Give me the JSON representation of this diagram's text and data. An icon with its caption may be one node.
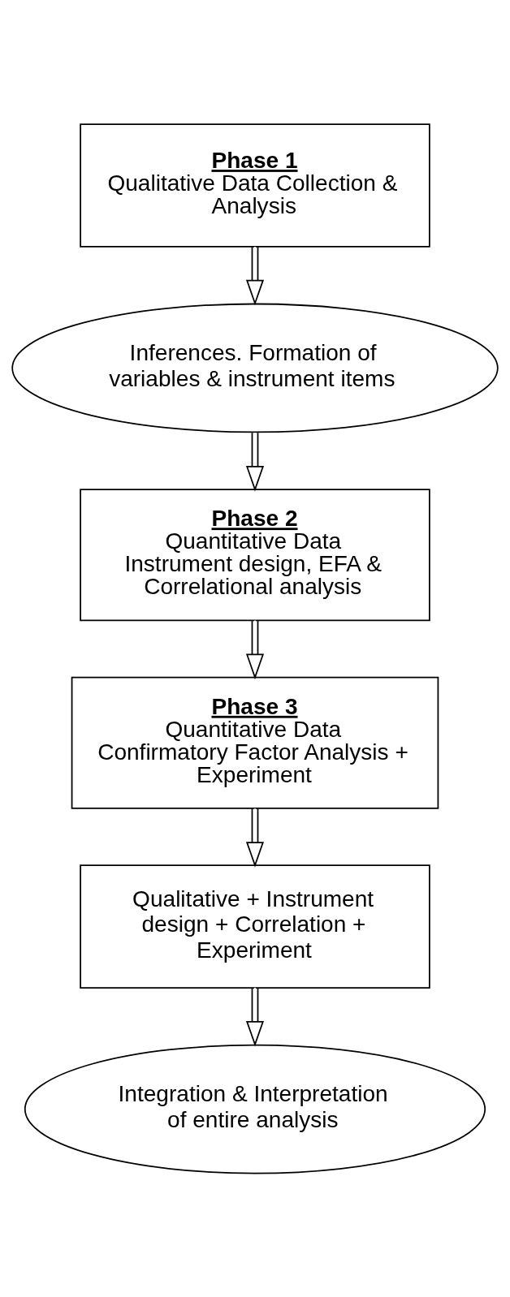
{
  "diagram": {
    "nodes": [
      {
        "text": [
          "Phase 1",
          "Qualitative Data Collection & Analysis"
        ]
      },
      {
        "text": [
          "Inferences. Formation of variables & instrument items"
        ]
      },
      {
        "text": [
          "Phase 2",
          "Quantitative Data",
          "Instrument design, EFA & Correlational analysis"
        ]
      },
      {
        "text": [
          "Phase 3",
          "Quantitative Data",
          "Confirmatory Factor Analysis + Experiment"
        ]
      },
      {
        "text": [
          "Qualitative + Instrument design + Correlation + Experiment"
        ]
      },
      {
        "text": [
          "Integration & Interpretation of entire analysis"
        ]
      }
    ],
    "edges": [
      {
        "from": 0,
        "to": 1,
        "arrow": "to"
      },
      {
        "from": 1,
        "to": 2,
        "arrow": "to"
      },
      {
        "from": 2,
        "to": 3,
        "arrow": "to"
      },
      {
        "from": 3,
        "to": 4,
        "arrow": "to"
      },
      {
        "from": 4,
        "to": 5,
        "arrow": "to"
      }
    ]
  }
}
